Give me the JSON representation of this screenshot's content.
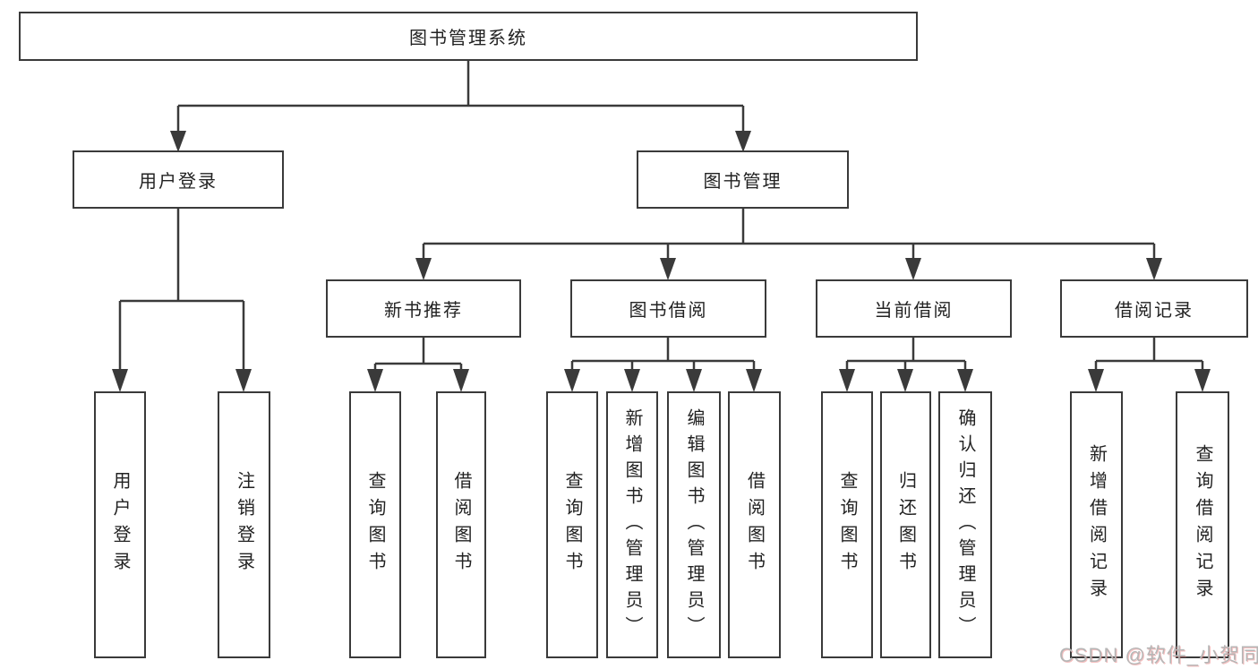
{
  "diagram_title": "图书管理系统",
  "tree": {
    "label": "图书管理系统",
    "children": [
      {
        "label": "用户登录",
        "children": [
          {
            "label": "用户登录"
          },
          {
            "label": "注销登录"
          }
        ]
      },
      {
        "label": "图书管理",
        "children": [
          {
            "label": "新书推荐",
            "children": [
              {
                "label": "查询图书"
              },
              {
                "label": "借阅图书"
              }
            ]
          },
          {
            "label": "图书借阅",
            "children": [
              {
                "label": "查询图书"
              },
              {
                "label": "新增图书（管理员）"
              },
              {
                "label": "编辑图书（管理员）"
              },
              {
                "label": "借阅图书"
              }
            ]
          },
          {
            "label": "当前借阅",
            "children": [
              {
                "label": "查询图书"
              },
              {
                "label": "归还图书"
              },
              {
                "label": "确认归还（管理员）"
              }
            ]
          },
          {
            "label": "借阅记录",
            "children": [
              {
                "label": "新增借阅记录"
              },
              {
                "label": "查询借阅记录"
              }
            ]
          }
        ]
      }
    ]
  },
  "watermark": {
    "text": "CSDN @软件_小贺同学"
  },
  "colors": {
    "line": "#3a3a3a",
    "box_border": "#3a3a3a",
    "box_background": "#ffffff",
    "text": "#222222",
    "page_background": "#ffffff",
    "watermark_text": "#b6b6b6",
    "watermark_tint": "#e97070"
  }
}
